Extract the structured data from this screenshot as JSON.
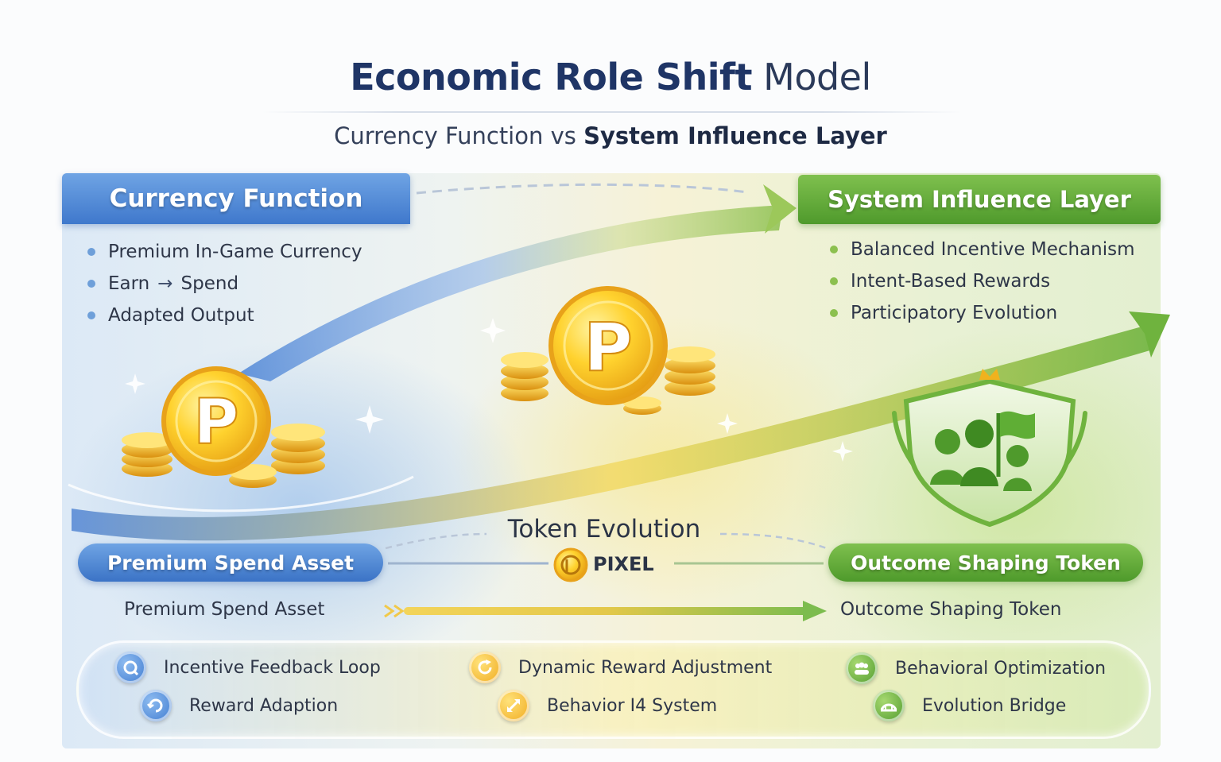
{
  "title": {
    "bold": "Economic Role Shift",
    "light": "Model"
  },
  "subtitle": {
    "normal": "Currency Function vs",
    "bold": "System Influence Layer"
  },
  "left_panel": {
    "header": "Currency Function",
    "bullets": [
      "Premium In-Game Currency",
      "Adapted Output"
    ],
    "earn_spend": {
      "earn": "Earn",
      "arrow": "→",
      "spend": "Spend"
    }
  },
  "right_panel": {
    "header": "System Influence Layer",
    "bullets": [
      "Balanced Incentive Mechanism",
      "Intent-Based Rewards",
      "Participatory Evolution"
    ]
  },
  "coin_letter": "P",
  "evolution": {
    "title": "Token Evolution",
    "token_name": "PIXEL",
    "left_pill": "Premium Spend Asset",
    "right_pill": "Outcome Shaping Token",
    "flow_from": "Premium Spend Asset",
    "flow_to": "Outcome Shaping Token"
  },
  "features": [
    {
      "label": "Incentive Feedback Loop",
      "icon": "feedback-loop-icon",
      "color": "#3f7bd0"
    },
    {
      "label": "Reward Adaption",
      "icon": "reward-adaption-icon",
      "color": "#3f7bd0"
    },
    {
      "label": "Dynamic Reward Adjustment",
      "icon": "refresh-icon",
      "color": "#f0a91c"
    },
    {
      "label": "Behavior I4 System",
      "icon": "swap-arrows-icon",
      "color": "#f0a91c"
    },
    {
      "label": "Behavioral Optimization",
      "icon": "group-icon",
      "color": "#4f9a2c"
    },
    {
      "label": "Evolution Bridge",
      "icon": "bridge-icon",
      "color": "#4f9a2c"
    }
  ],
  "colors": {
    "blue": "#3f78cc",
    "green": "#4f9a2c",
    "gold": "#f0b21e"
  }
}
